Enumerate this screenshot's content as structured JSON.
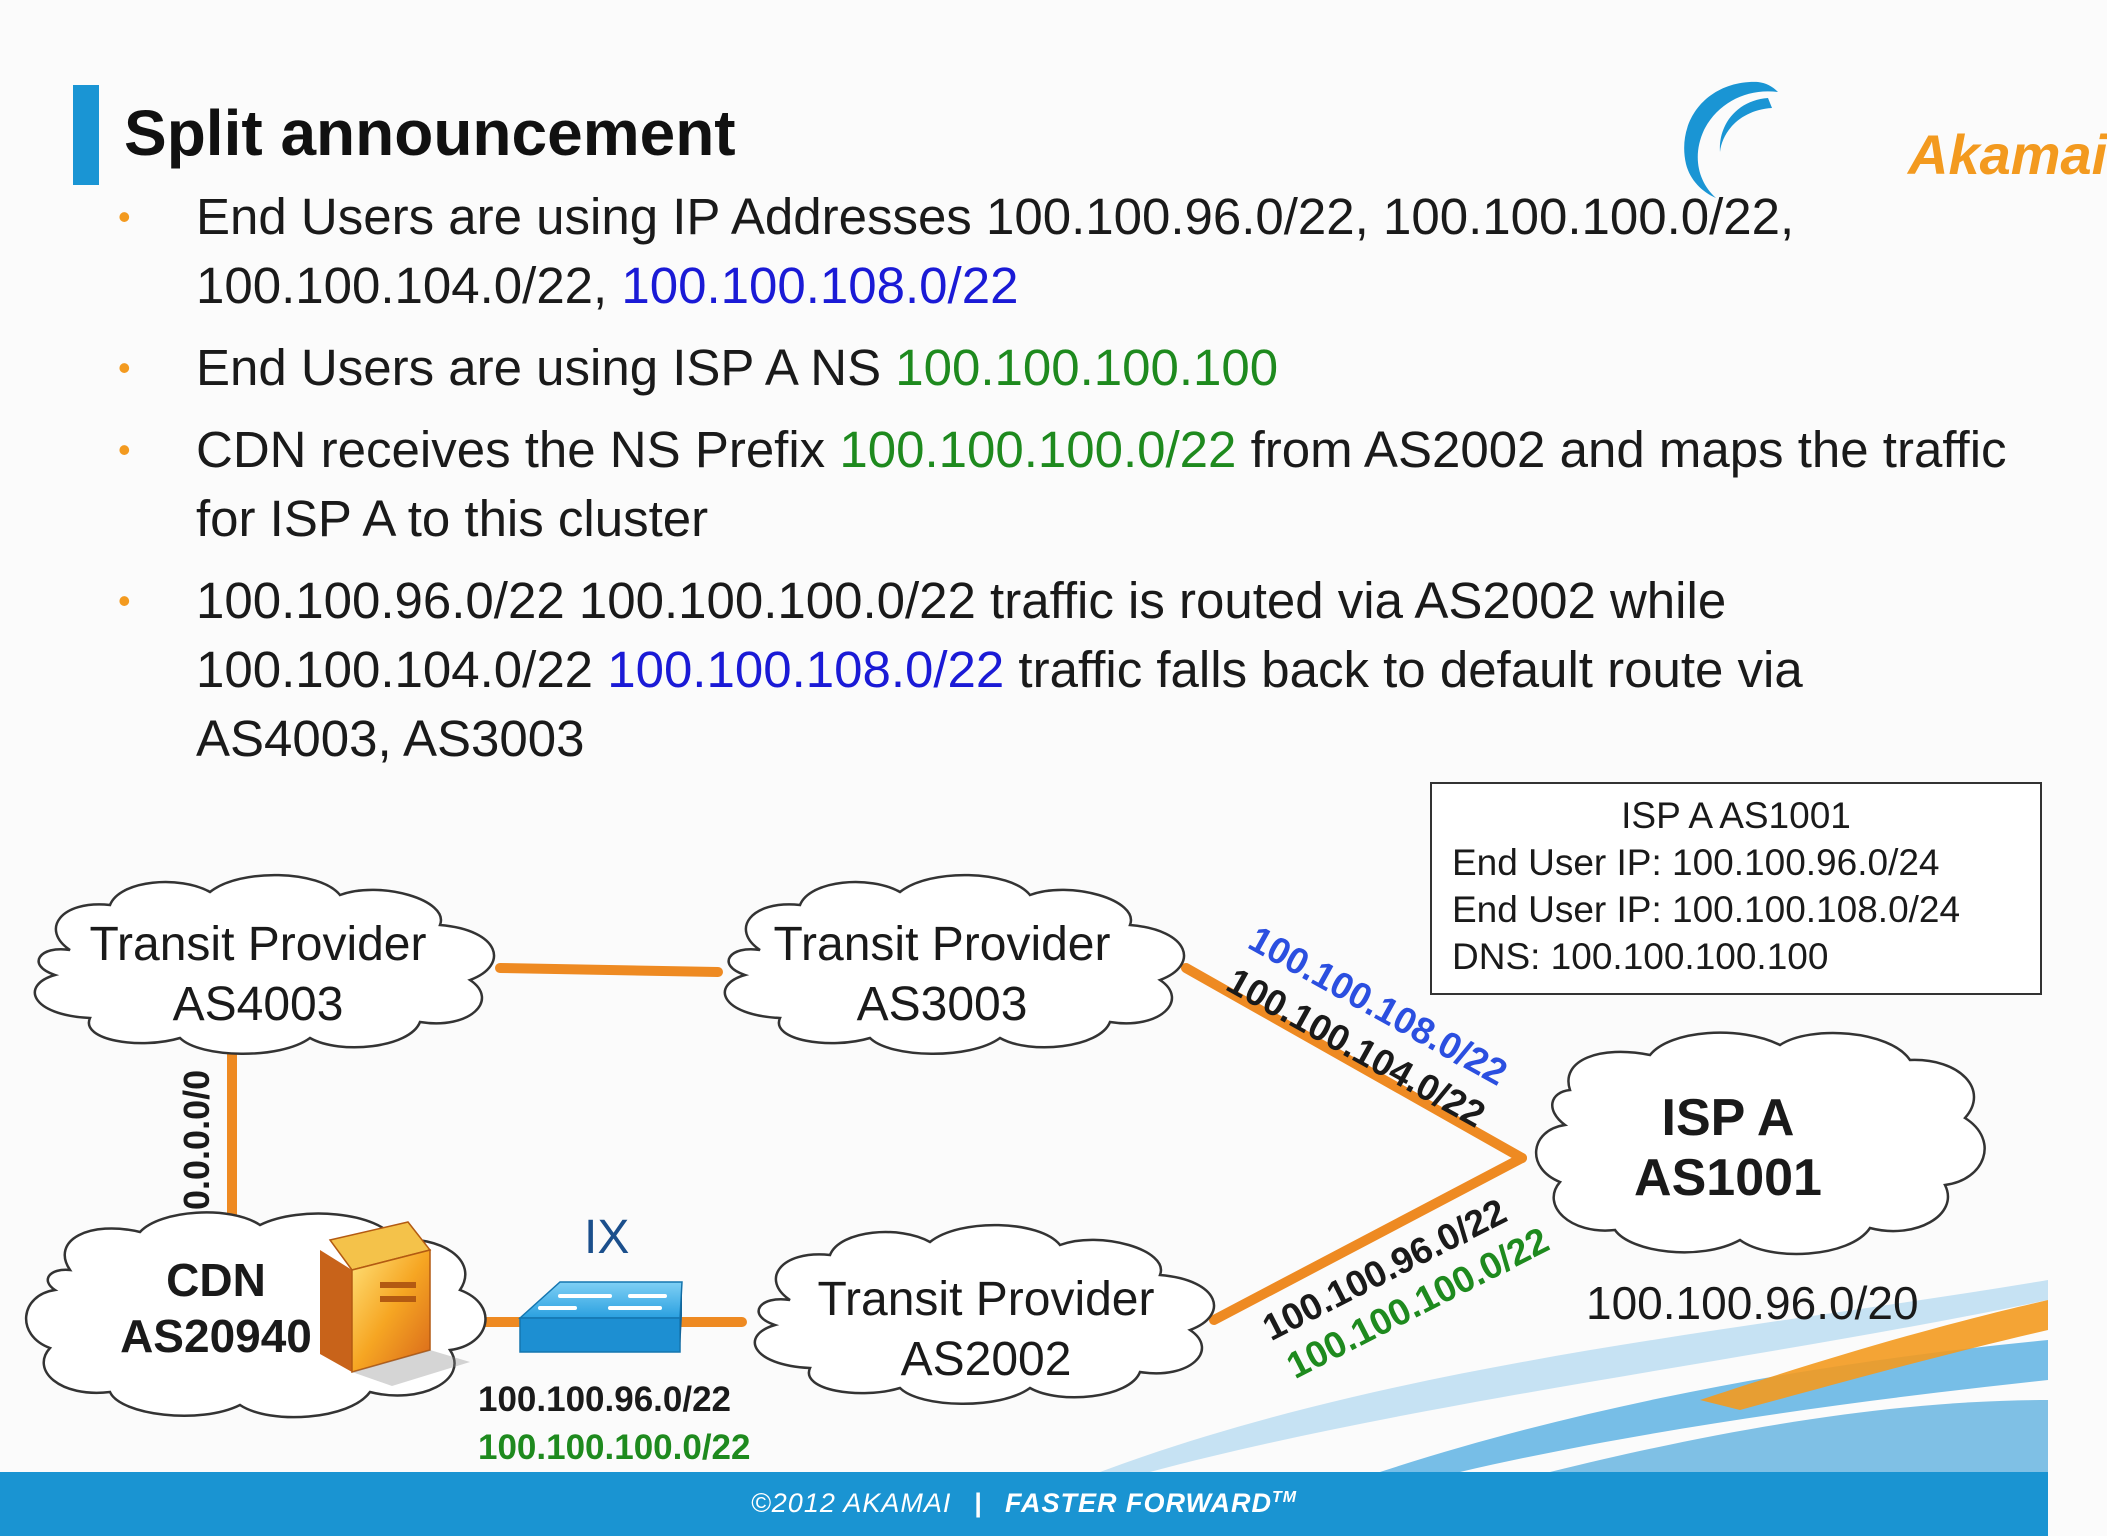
{
  "slide": {
    "title": "Split announcement",
    "logo_text": "Akamai",
    "footer_copyright": "©2012 AKAMAI",
    "footer_separator": "|",
    "footer_tagline": "FASTER FORWARD",
    "footer_tm": "TM"
  },
  "bullets": [
    {
      "marker": "•",
      "parts": [
        {
          "text": "End Users are using IP Addresses 100.100.96.0/22, 100.100.100.0/22, 100.100.104.0/22, ",
          "color": "default"
        },
        {
          "text": "100.100.108.0/22",
          "color": "blue"
        }
      ]
    },
    {
      "marker": "•",
      "parts": [
        {
          "text": "End Users are using ISP A NS ",
          "color": "default"
        },
        {
          "text": "100.100.100.100",
          "color": "green"
        }
      ]
    },
    {
      "marker": "•",
      "parts": [
        {
          "text": "CDN receives the NS Prefix ",
          "color": "default"
        },
        {
          "text": "100.100.100.0/22",
          "color": "green"
        },
        {
          "text": " from AS2002 and maps the traffic for ISP A to this cluster",
          "color": "default"
        }
      ]
    },
    {
      "marker": "•",
      "parts": [
        {
          "text": "100.100.96.0/22 100.100.100.0/22 traffic is routed via AS2002 while 100.100.104.0/22 ",
          "color": "default"
        },
        {
          "text": "100.100.108.0/22",
          "color": "blue"
        },
        {
          "text": " traffic falls back to default route via AS4003, AS3003",
          "color": "default"
        }
      ]
    }
  ],
  "diagram": {
    "clouds": {
      "tp4003": {
        "line1": "Transit Provider",
        "line2": "AS4003"
      },
      "tp3003": {
        "line1": "Transit Provider",
        "line2": "AS3003"
      },
      "tp2002": {
        "line1": "Transit Provider",
        "line2": "AS2002"
      },
      "cdn": {
        "line1": "CDN",
        "line2": "AS20940"
      },
      "ispa": {
        "line1": "ISP A",
        "line2": "AS1001"
      }
    },
    "ix_label": "IX",
    "isp_prefix": "100.100.96.0/20",
    "default_route_label": "0.0.0.0/0",
    "upper_link_labels": {
      "blue": "100.100.108.0/22",
      "black": "100.100.104.0/22"
    },
    "lower_link_labels": {
      "black": "100.100.96.0/22",
      "green": "100.100.100.0/22"
    },
    "cdn_link_labels": {
      "black": "100.100.96.0/22",
      "green": "100.100.100.0/22"
    },
    "infobox": {
      "header": "ISP A AS1001",
      "lines": [
        "End User IP: 100.100.96.0/24",
        "End User IP: 100.100.108.0/24",
        "DNS: 100.100.100.100"
      ]
    },
    "colors": {
      "link": "#ee8a22",
      "blue_text": "#1a1ad6",
      "green_text": "#1e8a1e",
      "accent_blue": "#1a95d4"
    }
  }
}
